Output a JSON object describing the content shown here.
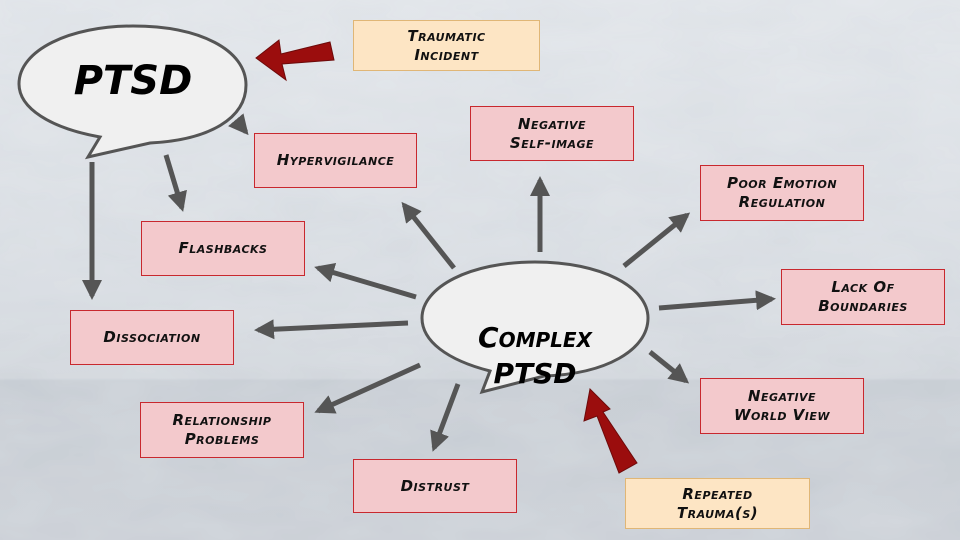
{
  "ptsd": {
    "label": "PTSD"
  },
  "complex_ptsd": {
    "label": "Complex\nPTSD"
  },
  "causes": {
    "traumatic_incident": "Traumatic\nIncident",
    "repeated_trauma": "Repeated\nTrauma(s)"
  },
  "symptoms": {
    "hypervigilance": "Hypervigilance",
    "flashbacks": "Flashbacks",
    "dissociation": "Dissociation",
    "relationship_problems": "Relationship\nProblems",
    "distrust": "Distrust",
    "negative_self_image": "Negative\nSelf-image",
    "poor_emotion_regulation": "Poor Emotion\nRegulation",
    "lack_of_boundaries": "Lack Of\nBoundaries",
    "negative_world_view": "Negative\nWorld View"
  },
  "colors": {
    "symptom_fill": "#f3c9cc",
    "symptom_border": "#c8282e",
    "cause_fill": "#fde5c4",
    "cause_border": "#e0b676",
    "arrow_gray": "#555555",
    "arrow_red": "#9b0d0d",
    "bubble_fill": "#f0f0f0"
  }
}
